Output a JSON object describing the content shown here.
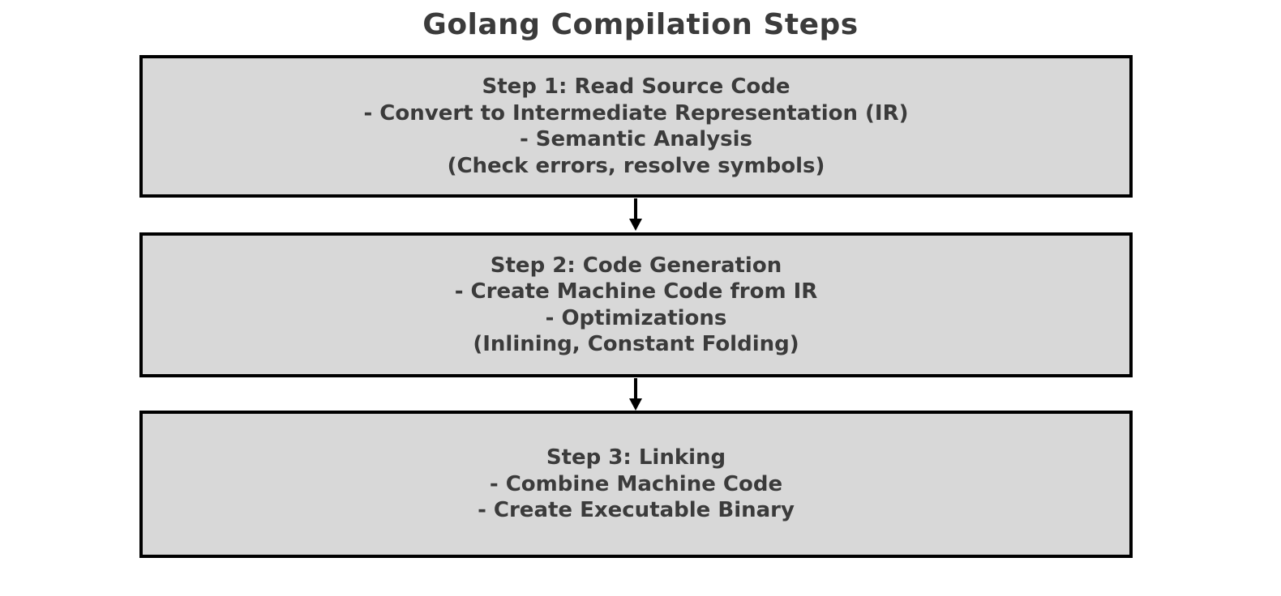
{
  "title": "Golang Compilation Steps",
  "steps": [
    {
      "lines": [
        "Step 1: Read Source Code",
        "- Convert to Intermediate Representation (IR)",
        "- Semantic Analysis",
        "(Check errors, resolve symbols)"
      ]
    },
    {
      "lines": [
        "Step 2: Code Generation",
        "- Create Machine Code from IR",
        "- Optimizations",
        "(Inlining, Constant Folding)"
      ]
    },
    {
      "lines": [
        "Step 3: Linking",
        "- Combine Machine Code",
        "- Create Executable Binary"
      ]
    }
  ],
  "icons": {
    "connector_1": "arrow-down-icon",
    "connector_2": "arrow-down-icon"
  },
  "colors": {
    "background": "#ffffff",
    "box_fill": "#d8d8d8",
    "box_border": "#000000",
    "text": "#3b3b3b",
    "arrow": "#000000"
  }
}
